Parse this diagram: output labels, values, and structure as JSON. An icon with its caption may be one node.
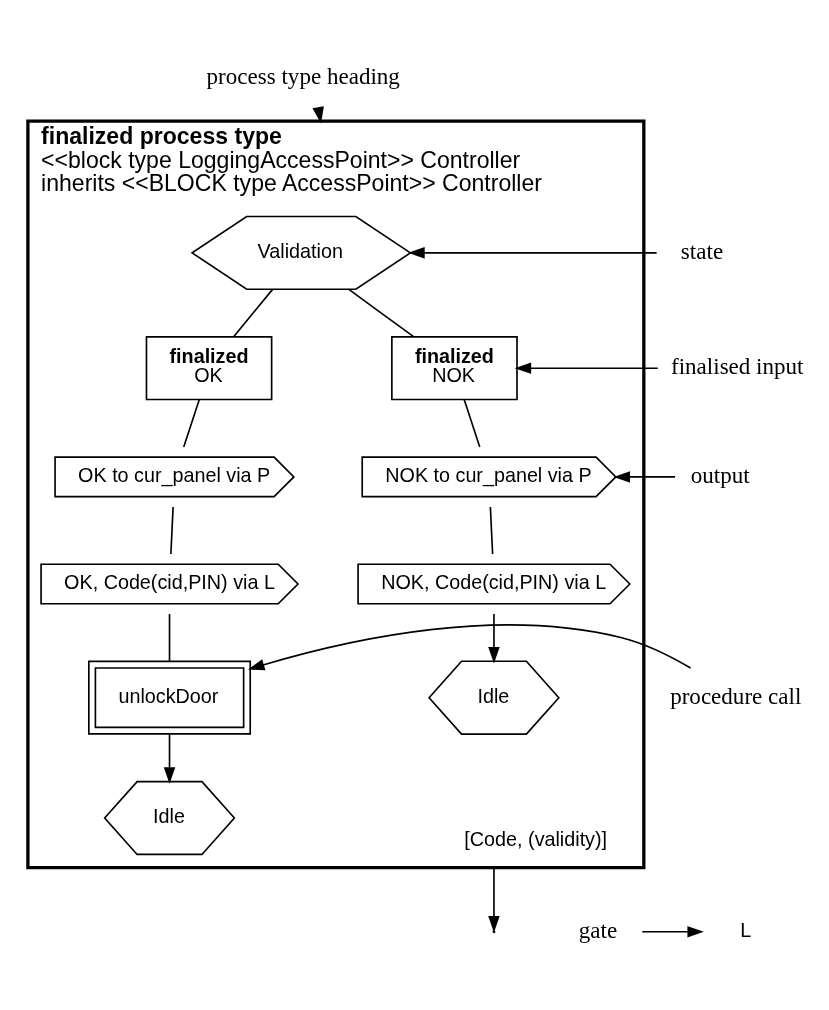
{
  "diagram": {
    "nodes": [
      {
        "text": [
          "finalized process type",
          "<<block type LoggingAccessPoint>> Controller",
          "inherits <<BLOCK type AccessPoint>> Controller"
        ]
      },
      {
        "text": [
          "Validation"
        ],
        "in": 0
      },
      {
        "text": [
          "finalized",
          "OK"
        ],
        "in": 0
      },
      {
        "text": [
          "finalized",
          "NOK"
        ],
        "in": 0
      },
      {
        "text": [
          "OK to cur_panel via P"
        ],
        "in": 0
      },
      {
        "text": [
          "NOK to cur_panel via P"
        ],
        "in": 0
      },
      {
        "text": [
          "OK, Code(cid,PIN) via L"
        ],
        "in": 0
      },
      {
        "text": [
          "NOK, Code(cid,PIN) via L"
        ],
        "in": 0
      },
      {
        "text": [
          "unlockDoor"
        ],
        "in": 0
      },
      {
        "text": [
          "Idle"
        ],
        "in": 0
      },
      {
        "text": [
          "Idle"
        ],
        "in": 0
      },
      {
        "text": [
          "process type heading"
        ]
      },
      {
        "text": [
          "state"
        ]
      },
      {
        "text": [
          "finalised input"
        ]
      },
      {
        "text": [
          "output"
        ]
      },
      {
        "text": [
          "procedure call"
        ]
      },
      {
        "text": [
          "gate"
        ]
      },
      {
        "text": [
          "L"
        ]
      }
    ],
    "edges": [
      {
        "from": 1,
        "to": 2,
        "arrow": "none"
      },
      {
        "from": 1,
        "to": 3,
        "arrow": "none"
      },
      {
        "from": 2,
        "to": 4,
        "arrow": "none"
      },
      {
        "from": 3,
        "to": 5,
        "arrow": "none"
      },
      {
        "from": 4,
        "to": 6,
        "arrow": "none"
      },
      {
        "from": 5,
        "to": 7,
        "arrow": "none"
      },
      {
        "from": 6,
        "to": 8,
        "arrow": "none"
      },
      {
        "from": 8,
        "to": 9,
        "arrow": "to"
      },
      {
        "from": 7,
        "to": 10,
        "arrow": "to"
      },
      {
        "from": 11,
        "to": 0,
        "arrow": "to"
      },
      {
        "from": 12,
        "to": 1,
        "arrow": "to"
      },
      {
        "from": 13,
        "to": 3,
        "arrow": "to"
      },
      {
        "from": 14,
        "to": 5,
        "arrow": "to"
      },
      {
        "from": 15,
        "to": 8,
        "arrow": "to"
      },
      {
        "from": 16,
        "to": 17,
        "arrow": "to"
      },
      {
        "from": 0,
        "to": null,
        "arrow": "to",
        "label": "[Code, (validity)]"
      }
    ]
  }
}
